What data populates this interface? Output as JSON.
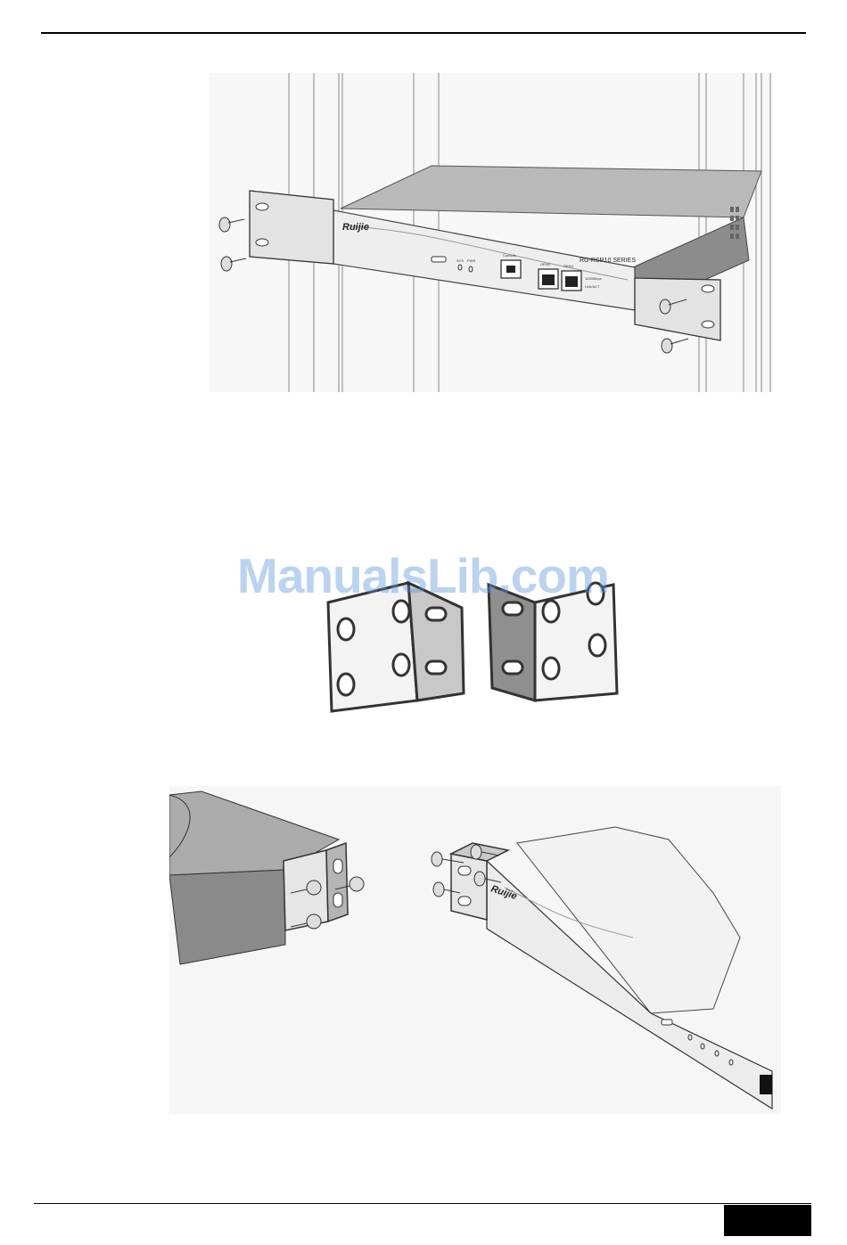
{
  "watermark": {
    "text": "ManualsLib.com"
  },
  "figure_rack": {
    "brand": "Ruijie",
    "model": "RG-RSR10 SERIES",
    "console_label": "Console",
    "port1_label": "GE0/0",
    "port2_label": "GE0/1",
    "legend_line1": "1000Mbps",
    "legend_line2": "Link/ACT",
    "led_label1": "SYS",
    "led_label2": "PWR"
  },
  "figure_device": {
    "brand": "Ruijie"
  },
  "colors": {
    "rule": "#000000",
    "watermark": "#5a96dc",
    "metal": "#d9d9d9"
  }
}
